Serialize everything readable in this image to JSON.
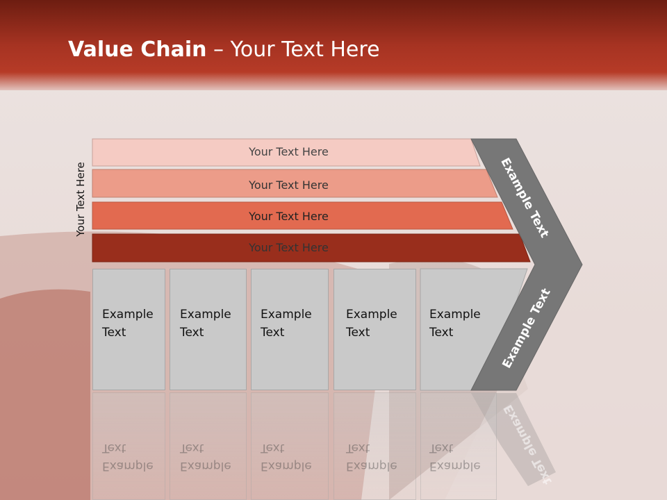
{
  "slide": {
    "title_bold": "Value Chain",
    "title_rest": " – Your Text Here",
    "side_label": "Your Text Here"
  },
  "bars": [
    {
      "label": "Your Text Here",
      "color": "#f5cbc3",
      "text_color": "#444444"
    },
    {
      "label": "Your Text Here",
      "color": "#ec9c89",
      "text_color": "#333333"
    },
    {
      "label": "Your Text Here",
      "color": "#e26a50",
      "text_color": "#222222"
    },
    {
      "label": "Your Text Here",
      "color": "#992e1c",
      "text_color": "#333333"
    }
  ],
  "boxes": [
    {
      "label": "Example\nText"
    },
    {
      "label": "Example\nText"
    },
    {
      "label": "Example\nText"
    },
    {
      "label": "Example\nText"
    },
    {
      "label": "Example\nText"
    }
  ],
  "arrow": {
    "upper_label": "Example Text",
    "lower_label": "Example Text",
    "color": "#777777"
  }
}
